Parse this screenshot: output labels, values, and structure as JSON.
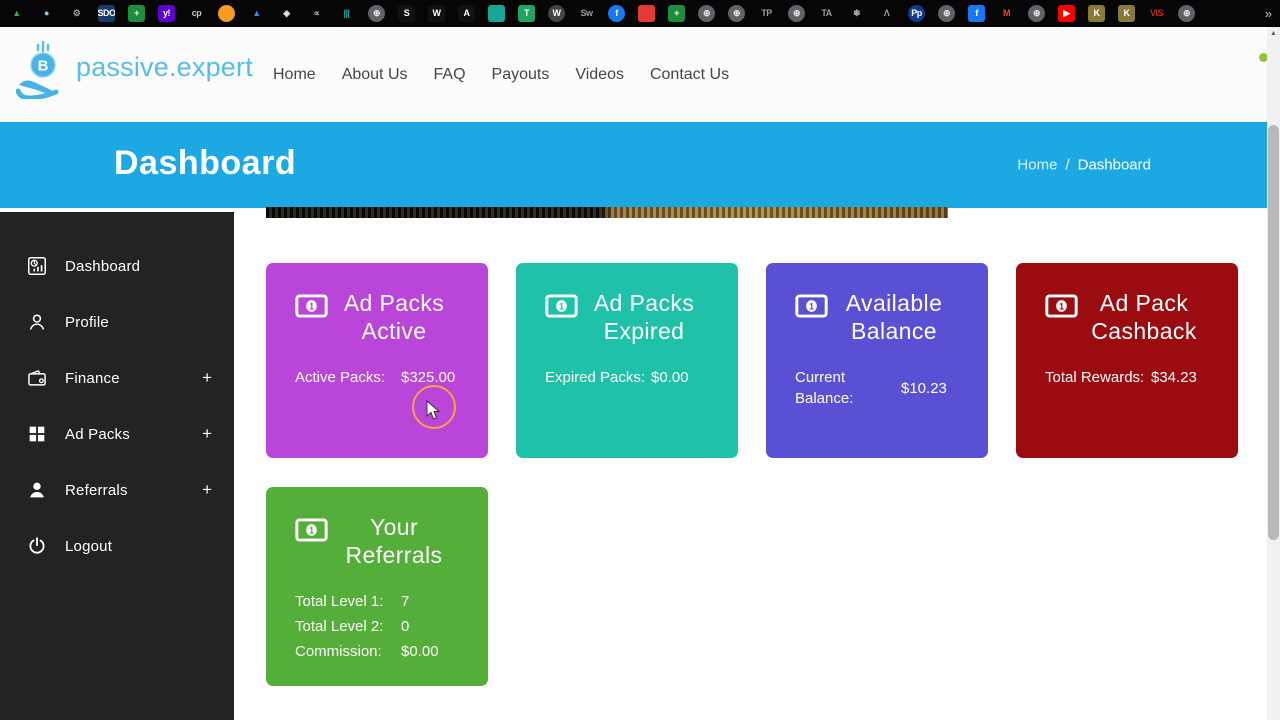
{
  "browser_bar": {
    "overflow_chevron": "»",
    "bookmarks": [
      {
        "name": "drive-icon",
        "glyph": "▲",
        "fg": "#34a853"
      },
      {
        "name": "cloud-icon",
        "glyph": "●",
        "fg": "#8ecdf2"
      },
      {
        "name": "gears-icon",
        "glyph": "⚙",
        "fg": "#9aa0a6"
      },
      {
        "name": "sdo-icon",
        "glyph": "SDO",
        "bg": "#1b3a6b",
        "fg": "#ffffff"
      },
      {
        "name": "sheets-cross-icon",
        "glyph": "+",
        "bg": "#1e8e3e",
        "fg": "#ffffff"
      },
      {
        "name": "yahoo-icon",
        "glyph": "y!",
        "bg": "#5f01d1",
        "fg": "#ffffff"
      },
      {
        "name": "cp-icon",
        "glyph": "cp",
        "fg": "#b7c6cf"
      },
      {
        "name": "swirl-icon",
        "glyph": "",
        "bg": "#f59b23",
        "fg": "#ffffff",
        "round": true
      },
      {
        "name": "ads-triangle-icon",
        "glyph": "▲",
        "fg": "#4285f4"
      },
      {
        "name": "layers-icon",
        "glyph": "◈",
        "fg": "#e8eaed"
      },
      {
        "name": "fish-icon",
        "glyph": "∝",
        "fg": "#b0bec5"
      },
      {
        "name": "bars-icon",
        "glyph": "|||",
        "fg": "#2aa7a0"
      },
      {
        "name": "globe-icon",
        "glyph": "⊕",
        "bg": "#5f6368",
        "fg": "#e8eaed",
        "round": true
      },
      {
        "name": "s-square-icon",
        "glyph": "S",
        "bg": "#111111",
        "fg": "#ffffff"
      },
      {
        "name": "w-square-icon",
        "glyph": "W",
        "bg": "#111111",
        "fg": "#ffffff"
      },
      {
        "name": "a-square-icon",
        "glyph": "A",
        "bg": "#111111",
        "fg": "#ffffff"
      },
      {
        "name": "teal-square-icon",
        "glyph": "",
        "bg": "#16a597",
        "fg": "#ffffff"
      },
      {
        "name": "t-square-icon",
        "glyph": "T",
        "bg": "#21a366",
        "fg": "#ffffff"
      },
      {
        "name": "wordpress-icon",
        "glyph": "W",
        "bg": "#464342",
        "fg": "#ffffff",
        "round": true
      },
      {
        "name": "sw-icon",
        "glyph": "Sw",
        "fg": "#9e9e9e"
      },
      {
        "name": "facebook-circle-icon",
        "glyph": "f",
        "bg": "#1877f2",
        "fg": "#ffffff",
        "round": true
      },
      {
        "name": "red-square-icon",
        "glyph": "",
        "bg": "#e53935",
        "fg": "#ffffff"
      },
      {
        "name": "sheets-cross-icon",
        "glyph": "+",
        "bg": "#1e8e3e",
        "fg": "#ffffff"
      },
      {
        "name": "globe-icon",
        "glyph": "⊕",
        "bg": "#5f6368",
        "fg": "#e8eaed",
        "round": true
      },
      {
        "name": "globe-icon",
        "glyph": "⊕",
        "bg": "#5f6368",
        "fg": "#e8eaed",
        "round": true
      },
      {
        "name": "tp-label-icon",
        "glyph": "TP",
        "fg": "#9e9e9e"
      },
      {
        "name": "globe-icon",
        "glyph": "⊕",
        "bg": "#5f6368",
        "fg": "#e8eaed",
        "round": true
      },
      {
        "name": "ta-label-icon",
        "glyph": "TA",
        "fg": "#9e9e9e"
      },
      {
        "name": "cluster-icon",
        "glyph": "❄",
        "fg": "#b0bec5"
      },
      {
        "name": "ski-icon",
        "glyph": "Λ",
        "fg": "#90a4ae"
      },
      {
        "name": "pp-circle-icon",
        "glyph": "Pp",
        "bg": "#123a8f",
        "fg": "#ffffff",
        "round": true
      },
      {
        "name": "globe-icon",
        "glyph": "⊕",
        "bg": "#5f6368",
        "fg": "#e8eaed",
        "round": true
      },
      {
        "name": "facebook-square-icon",
        "glyph": "f",
        "bg": "#1877f2",
        "fg": "#ffffff"
      },
      {
        "name": "gmail-icon",
        "glyph": "M",
        "fg": "#ea4335"
      },
      {
        "name": "globe-icon",
        "glyph": "⊕",
        "bg": "#5f6368",
        "fg": "#e8eaed",
        "round": true
      },
      {
        "name": "youtube-icon",
        "glyph": "▶",
        "bg": "#ff0000",
        "fg": "#ffffff"
      },
      {
        "name": "k-gold-icon",
        "glyph": "K",
        "bg": "#8a7a3a",
        "fg": "#ffffff"
      },
      {
        "name": "k-gold-icon",
        "glyph": "K",
        "bg": "#8a7a3a",
        "fg": "#ffffff"
      },
      {
        "name": "vis-label-icon",
        "glyph": "VIS",
        "fg": "#c62828"
      },
      {
        "name": "globe-icon",
        "glyph": "⊕",
        "bg": "#5f6368",
        "fg": "#e8eaed",
        "round": true
      }
    ]
  },
  "header": {
    "logo_text": "passive.expert",
    "nav": [
      "Home",
      "About Us",
      "FAQ",
      "Payouts",
      "Videos",
      "Contact Us"
    ]
  },
  "banner": {
    "title": "Dashboard",
    "breadcrumb": {
      "home": "Home",
      "separator": "/",
      "current": "Dashboard"
    }
  },
  "sidebar": {
    "expand_glyph": "+",
    "items": [
      {
        "label": "Dashboard",
        "icon": "dashboard-icon",
        "expandable": false
      },
      {
        "label": "Profile",
        "icon": "profile-icon",
        "expandable": false
      },
      {
        "label": "Finance",
        "icon": "finance-icon",
        "expandable": true
      },
      {
        "label": "Ad Packs",
        "icon": "ad-packs-icon",
        "expandable": true
      },
      {
        "label": "Referrals",
        "icon": "referrals-icon",
        "expandable": true
      },
      {
        "label": "Logout",
        "icon": "logout-icon",
        "expandable": false
      }
    ]
  },
  "cards": [
    {
      "name": "ad-packs-active",
      "color": "#ba45d9",
      "title_lines": [
        "Ad Packs",
        "Active"
      ],
      "rows": [
        {
          "label": "Active Packs:",
          "value": "$325.00"
        }
      ]
    },
    {
      "name": "ad-packs-expired",
      "color": "#1fc1a9",
      "title_lines": [
        "Ad Packs",
        "Expired"
      ],
      "rows": [
        {
          "label": "Expired Packs:",
          "value": "$0.00"
        }
      ]
    },
    {
      "name": "available-balance",
      "color": "#5a50d4",
      "title_lines": [
        "Available",
        "Balance"
      ],
      "rows": [
        {
          "label": "Current Balance:",
          "value": "$10.23"
        }
      ]
    },
    {
      "name": "ad-pack-cashback",
      "color": "#9a0c0f",
      "title_lines": [
        "Ad Pack",
        "Cashback"
      ],
      "rows": [
        {
          "label": "Total Rewards:",
          "value": "$34.23"
        }
      ]
    },
    {
      "name": "your-referrals",
      "color": "#54ae39",
      "title_lines": [
        "Your",
        "Referrals"
      ],
      "rows": [
        {
          "label": "Total Level 1:",
          "value": "7"
        },
        {
          "label": "Total Level 2:",
          "value": "0"
        },
        {
          "label": "Commission:",
          "value": "$0.00"
        }
      ]
    }
  ],
  "scrollbar": {
    "up_arrow": "▲"
  },
  "colors": {
    "banner_blue": "#1ba8e3",
    "logo_blue": "#55bde8",
    "sidebar_dark": "#232323",
    "topbar_black": "#060606"
  }
}
